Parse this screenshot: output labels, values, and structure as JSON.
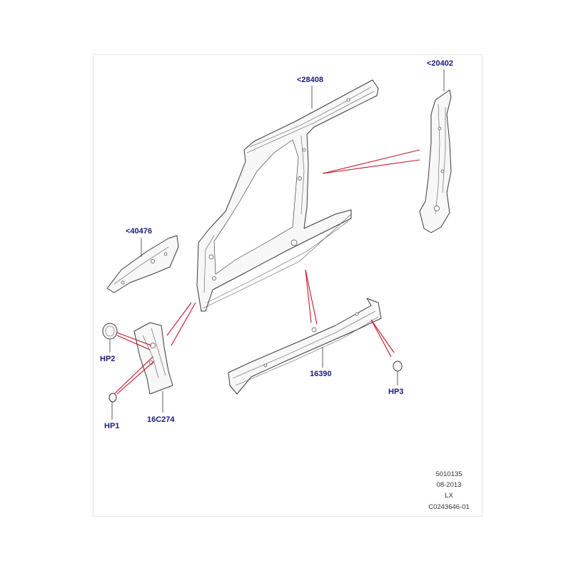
{
  "callouts": {
    "c28408": "<28408",
    "c20402": "<20402",
    "c40476": "<40476",
    "c16390": "16390",
    "c16c274": "16C274",
    "hp1": "HP1",
    "hp2": "HP2",
    "hp3": "HP3"
  },
  "meta": {
    "code": "5010135",
    "date": "08-2013",
    "model": "LX",
    "ref": "C0243646-01"
  },
  "colors": {
    "callout_text": "#1a1a7a",
    "leader_lines": "#c0182a",
    "line_art": "#3a3a3a"
  }
}
